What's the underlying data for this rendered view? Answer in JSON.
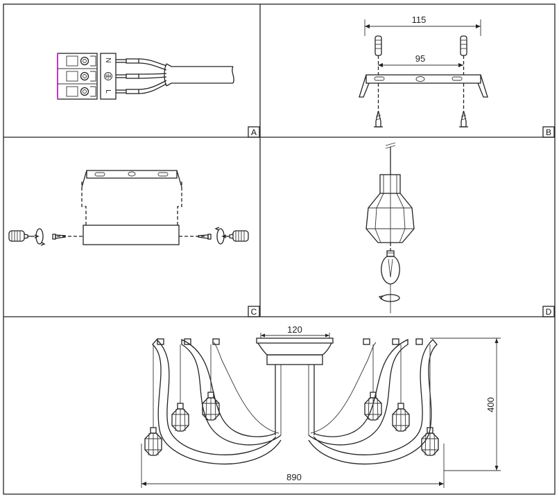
{
  "panels": {
    "a": {
      "tag": "A",
      "terminals": [
        "N",
        "L"
      ]
    },
    "b": {
      "tag": "B",
      "dim_outer": "115",
      "dim_inner": "95"
    },
    "c": {
      "tag": "C"
    },
    "d": {
      "tag": "D"
    },
    "e": {
      "dim_top": "120",
      "dim_height": "400",
      "dim_width": "890"
    }
  },
  "colors": {
    "line": "#222222",
    "connector_accent": "#cc33cc",
    "background": "#ffffff"
  },
  "icons": [
    "terminal-block-icon",
    "earth-ground-icon",
    "screw-icon",
    "screwdriver-icon",
    "rotation-arrow-icon",
    "lamp-cage-icon",
    "bulb-icon"
  ]
}
